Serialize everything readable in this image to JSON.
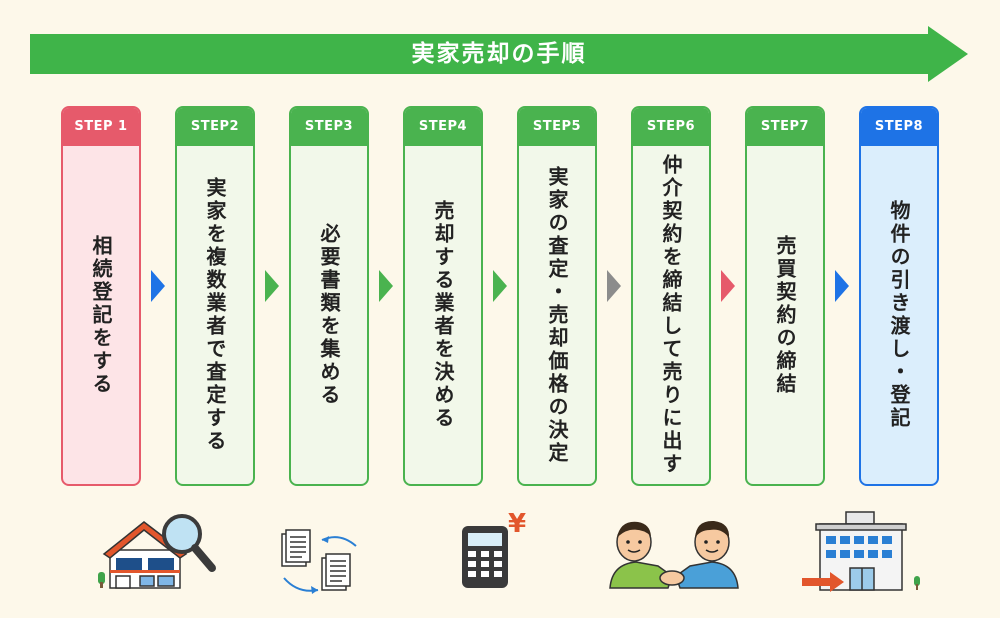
{
  "banner": {
    "title": "実家売却の手順",
    "color": "#3fb449"
  },
  "steps": [
    {
      "label": "STEP 1",
      "text": "相続登記をする"
    },
    {
      "label": "STEP2",
      "text": "実家を複数業者で査定する"
    },
    {
      "label": "STEP3",
      "text": "必要書類を集める"
    },
    {
      "label": "STEP4",
      "text": "売却する業者を決める"
    },
    {
      "label": "STEP5",
      "text": "実家の査定・売却価格の決定"
    },
    {
      "label": "STEP6",
      "text": "仲介契約を締結して売りに出す"
    },
    {
      "label": "STEP7",
      "text": "売買契約の締結"
    },
    {
      "label": "STEP8",
      "text": "物件の引き渡し・登記"
    }
  ],
  "colors": {
    "green": "#4ab34f",
    "red": "#e65a6b",
    "blue": "#1e73e6",
    "gray": "#8c8c8c",
    "background": "#fdf8ea"
  },
  "icons": {
    "house_search": "house-with-magnifier-icon",
    "documents": "document-exchange-icon",
    "calculator": "calculator-yen-icon",
    "yen_symbol": "¥",
    "handshake": "handshake-icon",
    "building": "building-entry-icon"
  }
}
